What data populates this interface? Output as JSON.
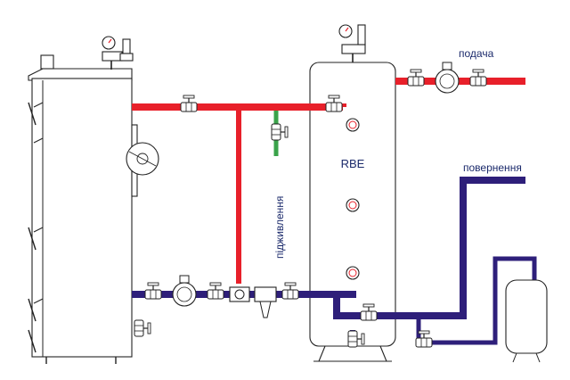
{
  "labels": {
    "supply": "подача",
    "return": "повернення",
    "makeup": "підживлення",
    "tank": "RBE"
  },
  "colors": {
    "supply_pipe": "#e8202a",
    "return_pipe": "#2e1f7a",
    "makeup_pipe": "#3aa34a",
    "outline": "#222222"
  },
  "icons": [
    "boiler",
    "buffer-tank",
    "expansion-vessel",
    "circulation-pump",
    "ball-valve",
    "pressure-gauge",
    "safety-group",
    "strainer-filter",
    "thermometer"
  ]
}
